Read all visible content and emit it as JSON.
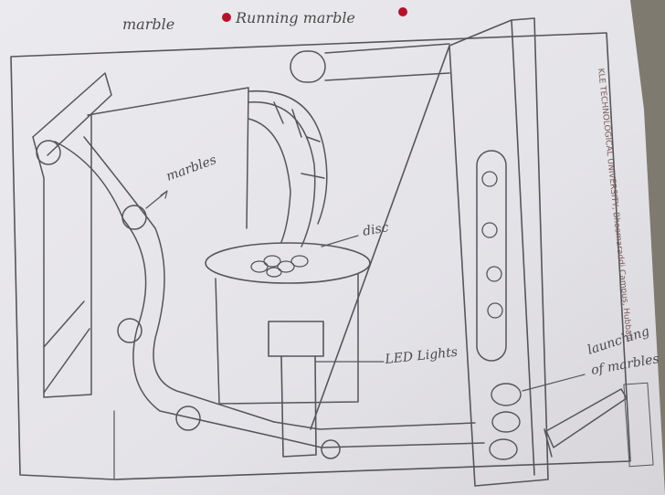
{
  "header": {
    "word_marble": "marble",
    "title": "Running marble"
  },
  "labels": {
    "marbles": "marbles",
    "disc": "disc",
    "led_lights": "LED Lights",
    "launching_line1": "launching",
    "launching_line2": "of marbles"
  },
  "sheet": {
    "university_stamp": "KLE TECHNOLOGICAL UNIVERSITY, Bhoomaraddi Campus, Hubballi"
  },
  "colors": {
    "paper": "#e9e8ec",
    "pencil": "#55565a",
    "red_dot": "#b3122a",
    "stamp_ink": "#7a5a5a"
  }
}
